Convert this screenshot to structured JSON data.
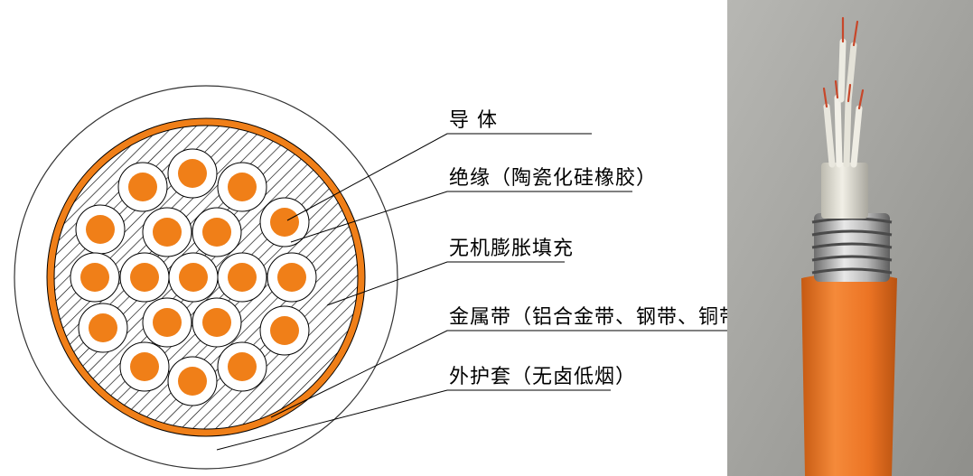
{
  "labels": {
    "conductor": "导 体",
    "insulation": "绝缘（陶瓷化硅橡胶）",
    "filler": "无机膨胀填充",
    "metal_tape": "金属带（铝合金带、钢带、铜带）",
    "sheath": "外护套（无卤低烟）"
  },
  "colors": {
    "orange": "#f07f18",
    "conductor_ring": "#ffffff",
    "hatch": "#000000",
    "photo_background": "#a3a39f",
    "sheath_photo": "#ee7626"
  }
}
